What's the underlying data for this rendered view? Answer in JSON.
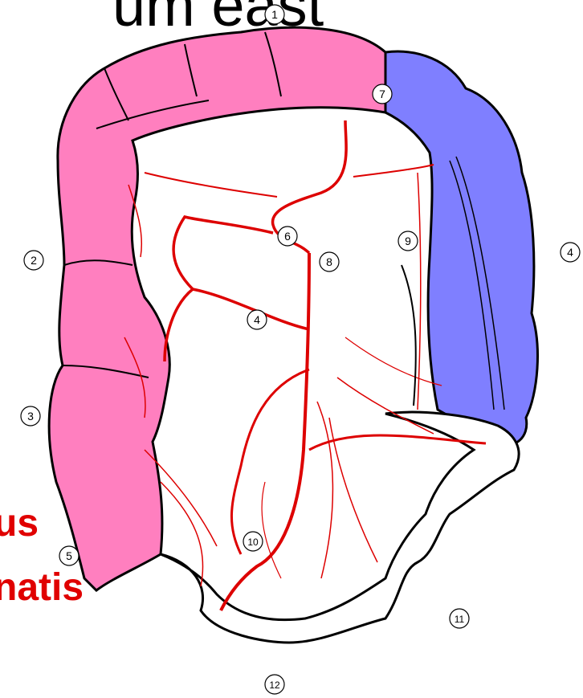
{
  "top_text": "um east",
  "red_text": [
    "us",
    "natis"
  ],
  "markers": [
    "1",
    "2",
    "3",
    "4",
    "4",
    "5",
    "6",
    "7",
    "8",
    "9",
    "10",
    "11",
    "12"
  ],
  "colors": {
    "ascending_colon": "#ff7fbf",
    "descending_colon": "#7f7fff",
    "small_intestine": "#ffffff",
    "vessels": "#dd0000",
    "outline": "#000000",
    "label_text": "#e00000"
  }
}
